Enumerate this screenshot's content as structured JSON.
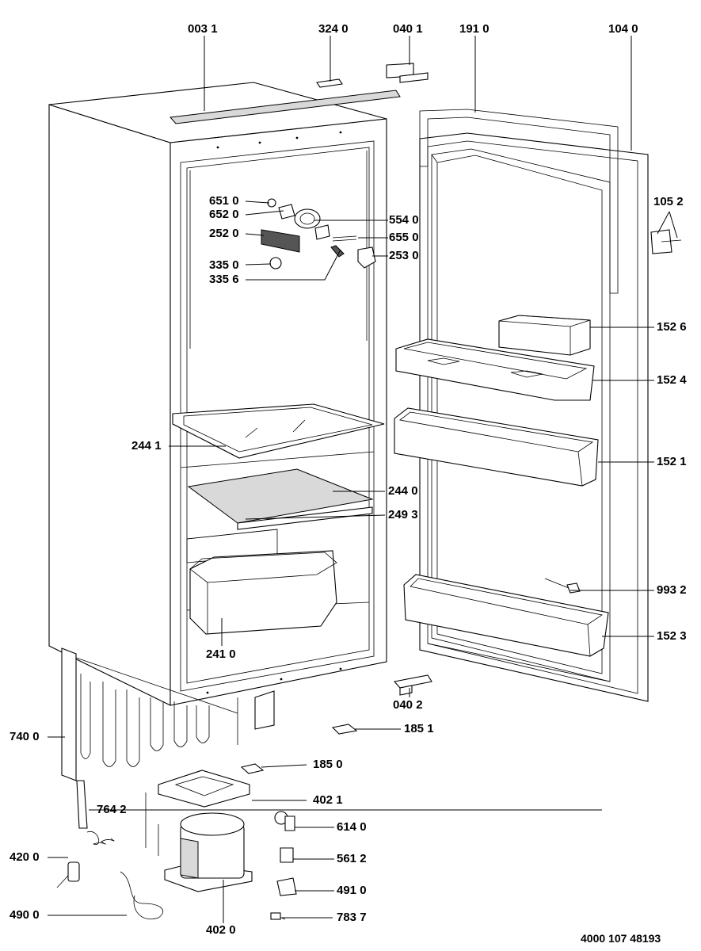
{
  "labels": {
    "p0031": "003 1",
    "p3240": "324 0",
    "p0401": "040 1",
    "p1910": "191 0",
    "p1040": "104 0",
    "p1052": "105 2",
    "p6510": "651 0",
    "p6520": "652 0",
    "p2520": "252 0",
    "p3350": "335 0",
    "p3356": "335 6",
    "p5540": "554 0",
    "p6550": "655 0",
    "p2530": "253 0",
    "p1526": "152 6",
    "p1524": "152 4",
    "p2441": "244 1",
    "p1521": "152 1",
    "p2440": "244 0",
    "p2493": "249 3",
    "p9932": "993 2",
    "p1523": "152 3",
    "p2410": "241 0",
    "p0402": "040 2",
    "p1851": "185 1",
    "p7400": "740 0",
    "p1850": "185 0",
    "p4021": "402 1",
    "p7642": "764 2",
    "p6140": "614 0",
    "p4200": "420 0",
    "p5612": "561 2",
    "p4910": "491 0",
    "p4900": "490 0",
    "p7837": "783 7",
    "p4020": "402 0"
  },
  "document_number": "4000 107 48193"
}
